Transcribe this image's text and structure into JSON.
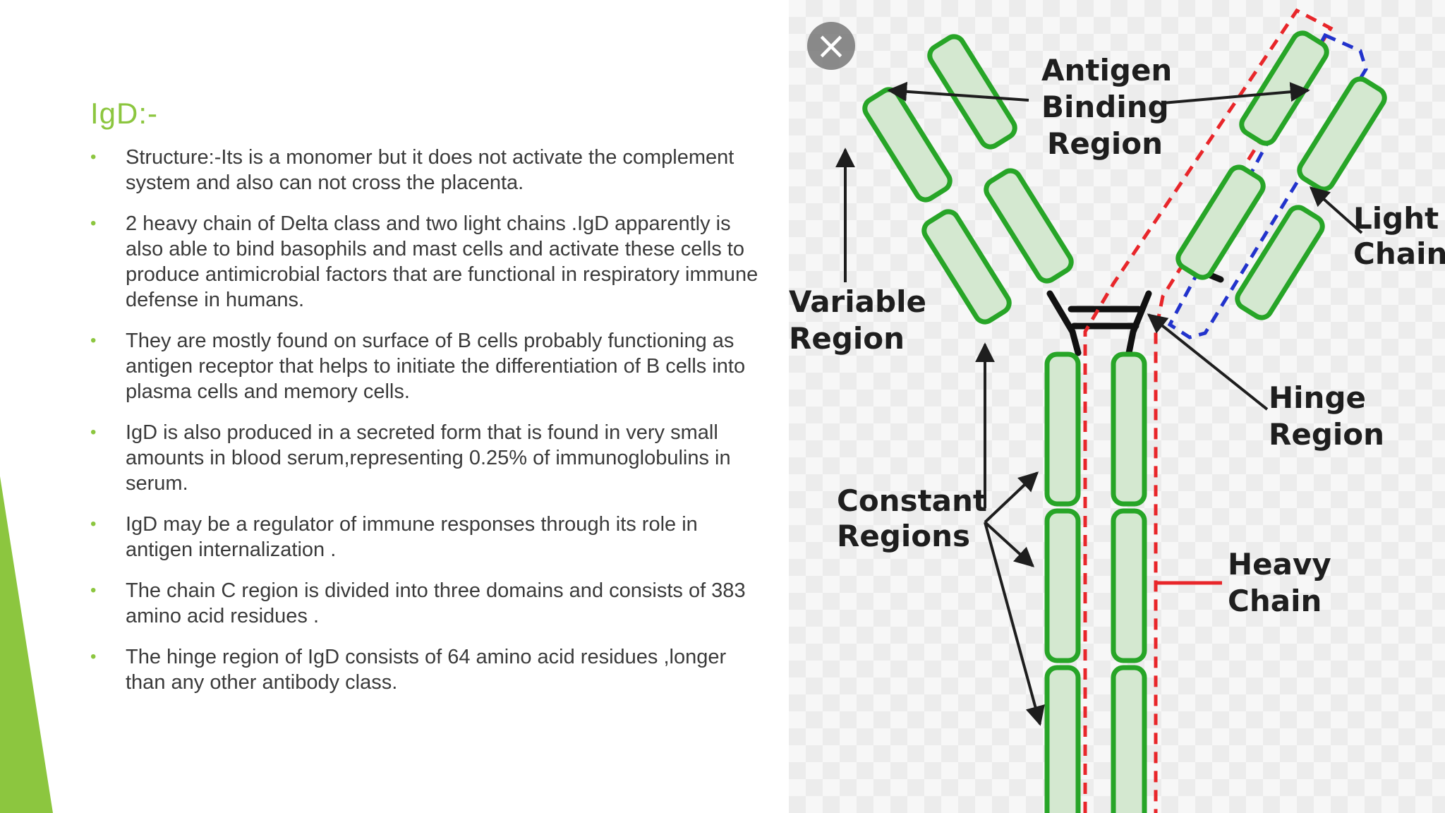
{
  "slide": {
    "heading": "IgD:-",
    "accent_color": "#8cc63f",
    "bullets": [
      "Structure:-Its is a monomer but it does not activate the complement system and also  can not cross the placenta.",
      "2 heavy chain of Delta class and two light chains .IgD  apparently is also able to bind basophils and mast cells and activate these cells to produce antimicrobial factors that are functional in respiratory immune  defense in humans.",
      "They are mostly found on surface of B cells probably functioning as antigen receptor that helps to initiate the differentiation of B cells into plasma cells and memory cells.",
      "IgD is also produced in a secreted form that is found in very small amounts in blood serum,representing 0.25% of immunoglobulins in serum.",
      "IgD may be a regulator of immune responses through its role in antigen internalization .",
      "The chain C region is divided into three domains and consists of 383 amino acid residues .",
      "The hinge region of IgD consists of 64 amino acid residues ,longer than any other antibody class."
    ],
    "bullet_glyph": "•"
  },
  "figure": {
    "labels": {
      "antigen_1": "Antigen",
      "antigen_2": "Binding",
      "antigen_3": "Region",
      "light_1": "Light",
      "light_2": "Chain",
      "variable_1": "Variable",
      "variable_2": "Region",
      "hinge_1": "Hinge",
      "hinge_2": "Region",
      "constant_1": "Constant",
      "constant_2": "Regions",
      "heavy_1": "Heavy",
      "heavy_2": "Chain"
    },
    "colors": {
      "domain_fill": "#d4e8d0",
      "domain_stroke": "#27a527",
      "heavy_outline": "#e8262a",
      "light_outline": "#2233cc"
    }
  },
  "close_button": {
    "icon": "close-icon",
    "glyph": "×"
  }
}
